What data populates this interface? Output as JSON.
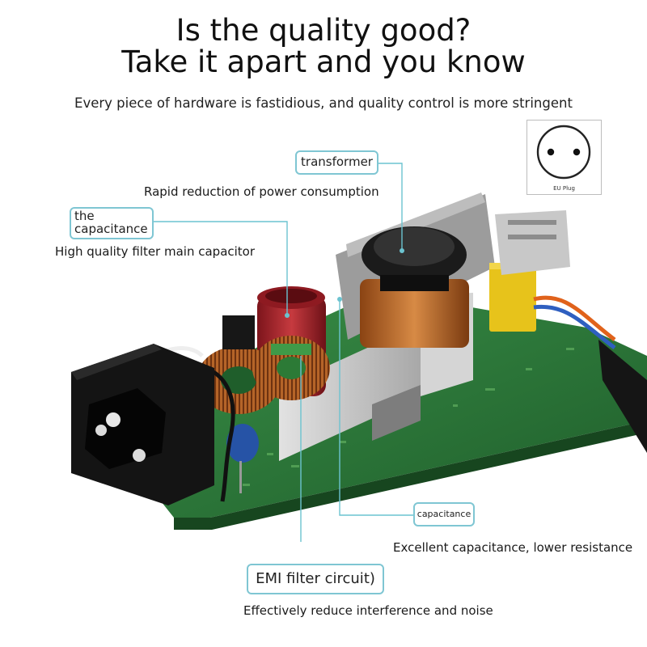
{
  "headline": {
    "line1": "Is the quality good?",
    "line2": "Take it apart and you know"
  },
  "subtitle": "Every piece of hardware is fastidious, and quality control is more stringent",
  "plug_badge": {
    "label": "EU Plug",
    "icon": "eu-plug-icon"
  },
  "callouts": {
    "transformer": {
      "title": "transformer",
      "description": "Rapid reduction of power consumption"
    },
    "main_capacitor": {
      "title": "the capacitance",
      "description": "High quality filter main capacitor"
    },
    "capacitance": {
      "title": "capacitance",
      "description": "Excellent capacitance, lower resistance"
    },
    "emi": {
      "title": "EMI filter circuit)",
      "description": "Effectively reduce interference and noise"
    }
  },
  "colors": {
    "callout_border": "#7fc6d3",
    "leader_line": "#6cc3d0",
    "pcb_green": "#2f7d3c",
    "coil_copper": "#b8652a",
    "capacitor_red": "#a4232a",
    "capacitor_yellow": "#e8c51e",
    "y_capacitor_blue": "#2653a6",
    "shield_gray": "#c4c4c4"
  }
}
